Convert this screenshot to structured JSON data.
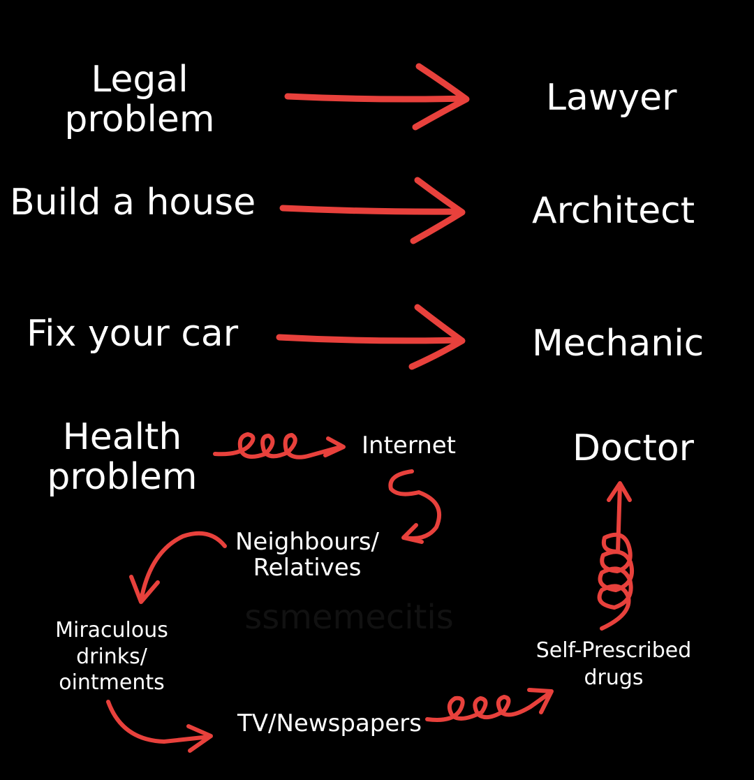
{
  "colors": {
    "background": "#000000",
    "text": "#ffffff",
    "arrow": "#e8413c"
  },
  "rows": [
    {
      "problem": "Legal\nproblem",
      "solution": "Lawyer"
    },
    {
      "problem": "Build a house",
      "solution": "Architect"
    },
    {
      "problem": "Fix your car",
      "solution": "Mechanic"
    }
  ],
  "health": {
    "problem": "Health\nproblem",
    "internet": "Internet",
    "neighbours": "Neighbours/\nRelatives",
    "drinks": "Miraculous\ndrinks/\nointments",
    "tv": "TV/Newspapers",
    "drugs": "Self-Prescribed\ndrugs",
    "doctor": "Doctor"
  },
  "watermark": "ssmemecitis"
}
